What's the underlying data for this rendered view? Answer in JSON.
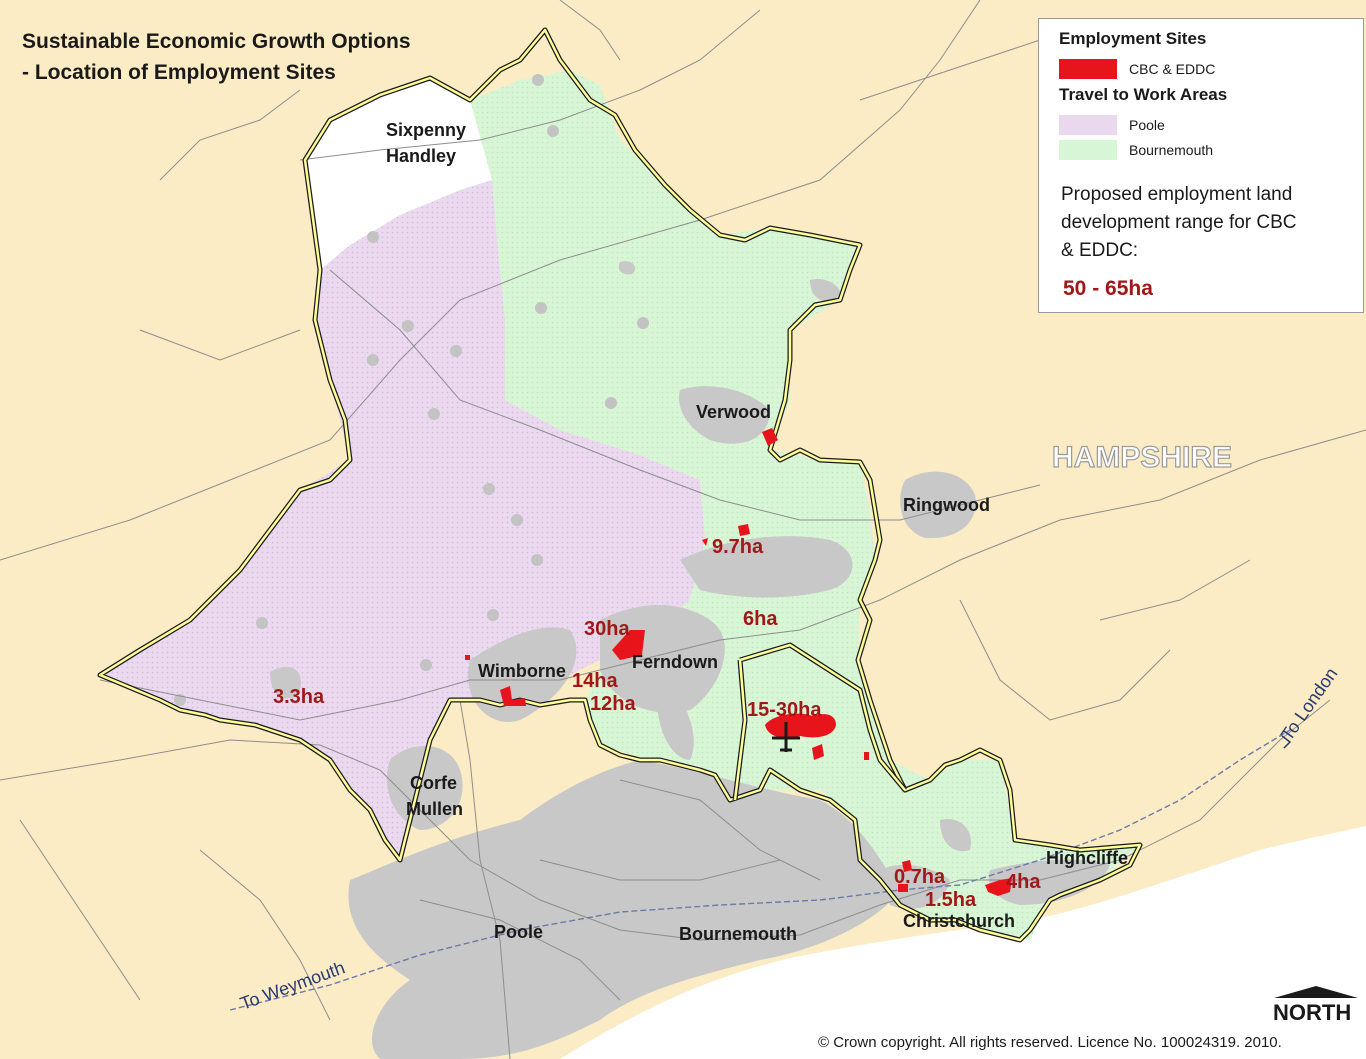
{
  "title": {
    "line1": "Sustainable Economic Growth Options",
    "line2": "- Location of Employment Sites"
  },
  "legend": {
    "employment_heading": "Employment Sites",
    "employment_item": "CBC & EDDC",
    "ttwa_heading": "Travel to Work Areas",
    "ttwa_poole": "Poole",
    "ttwa_bournemouth": "Bournemouth",
    "proposed_line1": "Proposed employment land",
    "proposed_line2": "development range for CBC",
    "proposed_line3": "& EDDC:",
    "range": "50 - 65ha"
  },
  "colors": {
    "background": "#fbecc5",
    "poole_area": "#e9d8ee",
    "bournemouth_area": "#d7f6d5",
    "urban": "#c8c8c8",
    "employment_site": "#e8141b",
    "boundary": "#ffff99",
    "site_label": "#a01818",
    "sea": "#ffffff"
  },
  "places": {
    "sixpenny": "Sixpenny",
    "handley": "Handley",
    "verwood": "Verwood",
    "ringwood": "Ringwood",
    "ferndown": "Ferndown",
    "wimborne": "Wimborne",
    "corfe": "Corfe",
    "mullen": "Mullen",
    "poole": "Poole",
    "bournemouth": "Bournemouth",
    "christchurch": "Christchurch",
    "highcliffe": "Highcliffe",
    "county": "HAMPSHIRE"
  },
  "site_labels": {
    "s97": "9.7ha",
    "s6": "6ha",
    "s30": "30ha",
    "s14": "14ha",
    "s12": "12ha",
    "s1530": "15-30ha",
    "s33": "3.3ha",
    "s07": "0.7ha",
    "s15": "1.5ha",
    "s4": "4ha"
  },
  "routes": {
    "weymouth": "To Weymouth",
    "london": "To London"
  },
  "north": "NORTH",
  "copyright": "© Crown copyright. All rights reserved. Licence No. 100024319. 2010."
}
